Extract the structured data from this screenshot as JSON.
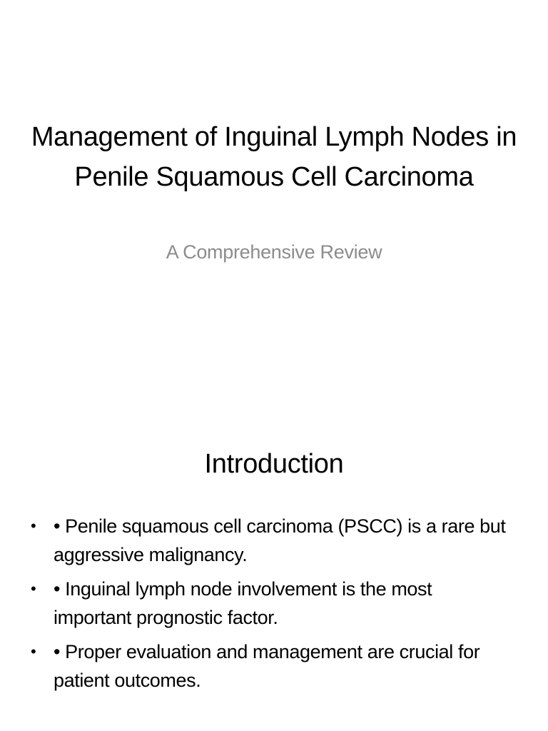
{
  "slides": [
    {
      "type": "title",
      "title": "Management of Inguinal Lymph Nodes in Penile Squamous Cell Carcinoma",
      "subtitle": "A Comprehensive Review"
    },
    {
      "type": "content",
      "title": "Introduction",
      "bullet_marker": "•",
      "bullets": [
        "• Penile squamous cell carcinoma (PSCC) is a rare but aggressive malignancy.",
        "• Inguinal lymph node involvement is the most important prognostic factor.",
        "• Proper evaluation and management are crucial for patient outcomes."
      ]
    }
  ],
  "colors": {
    "background": "#ffffff",
    "text": "#000000",
    "subtitle": "#8c8c8c"
  }
}
